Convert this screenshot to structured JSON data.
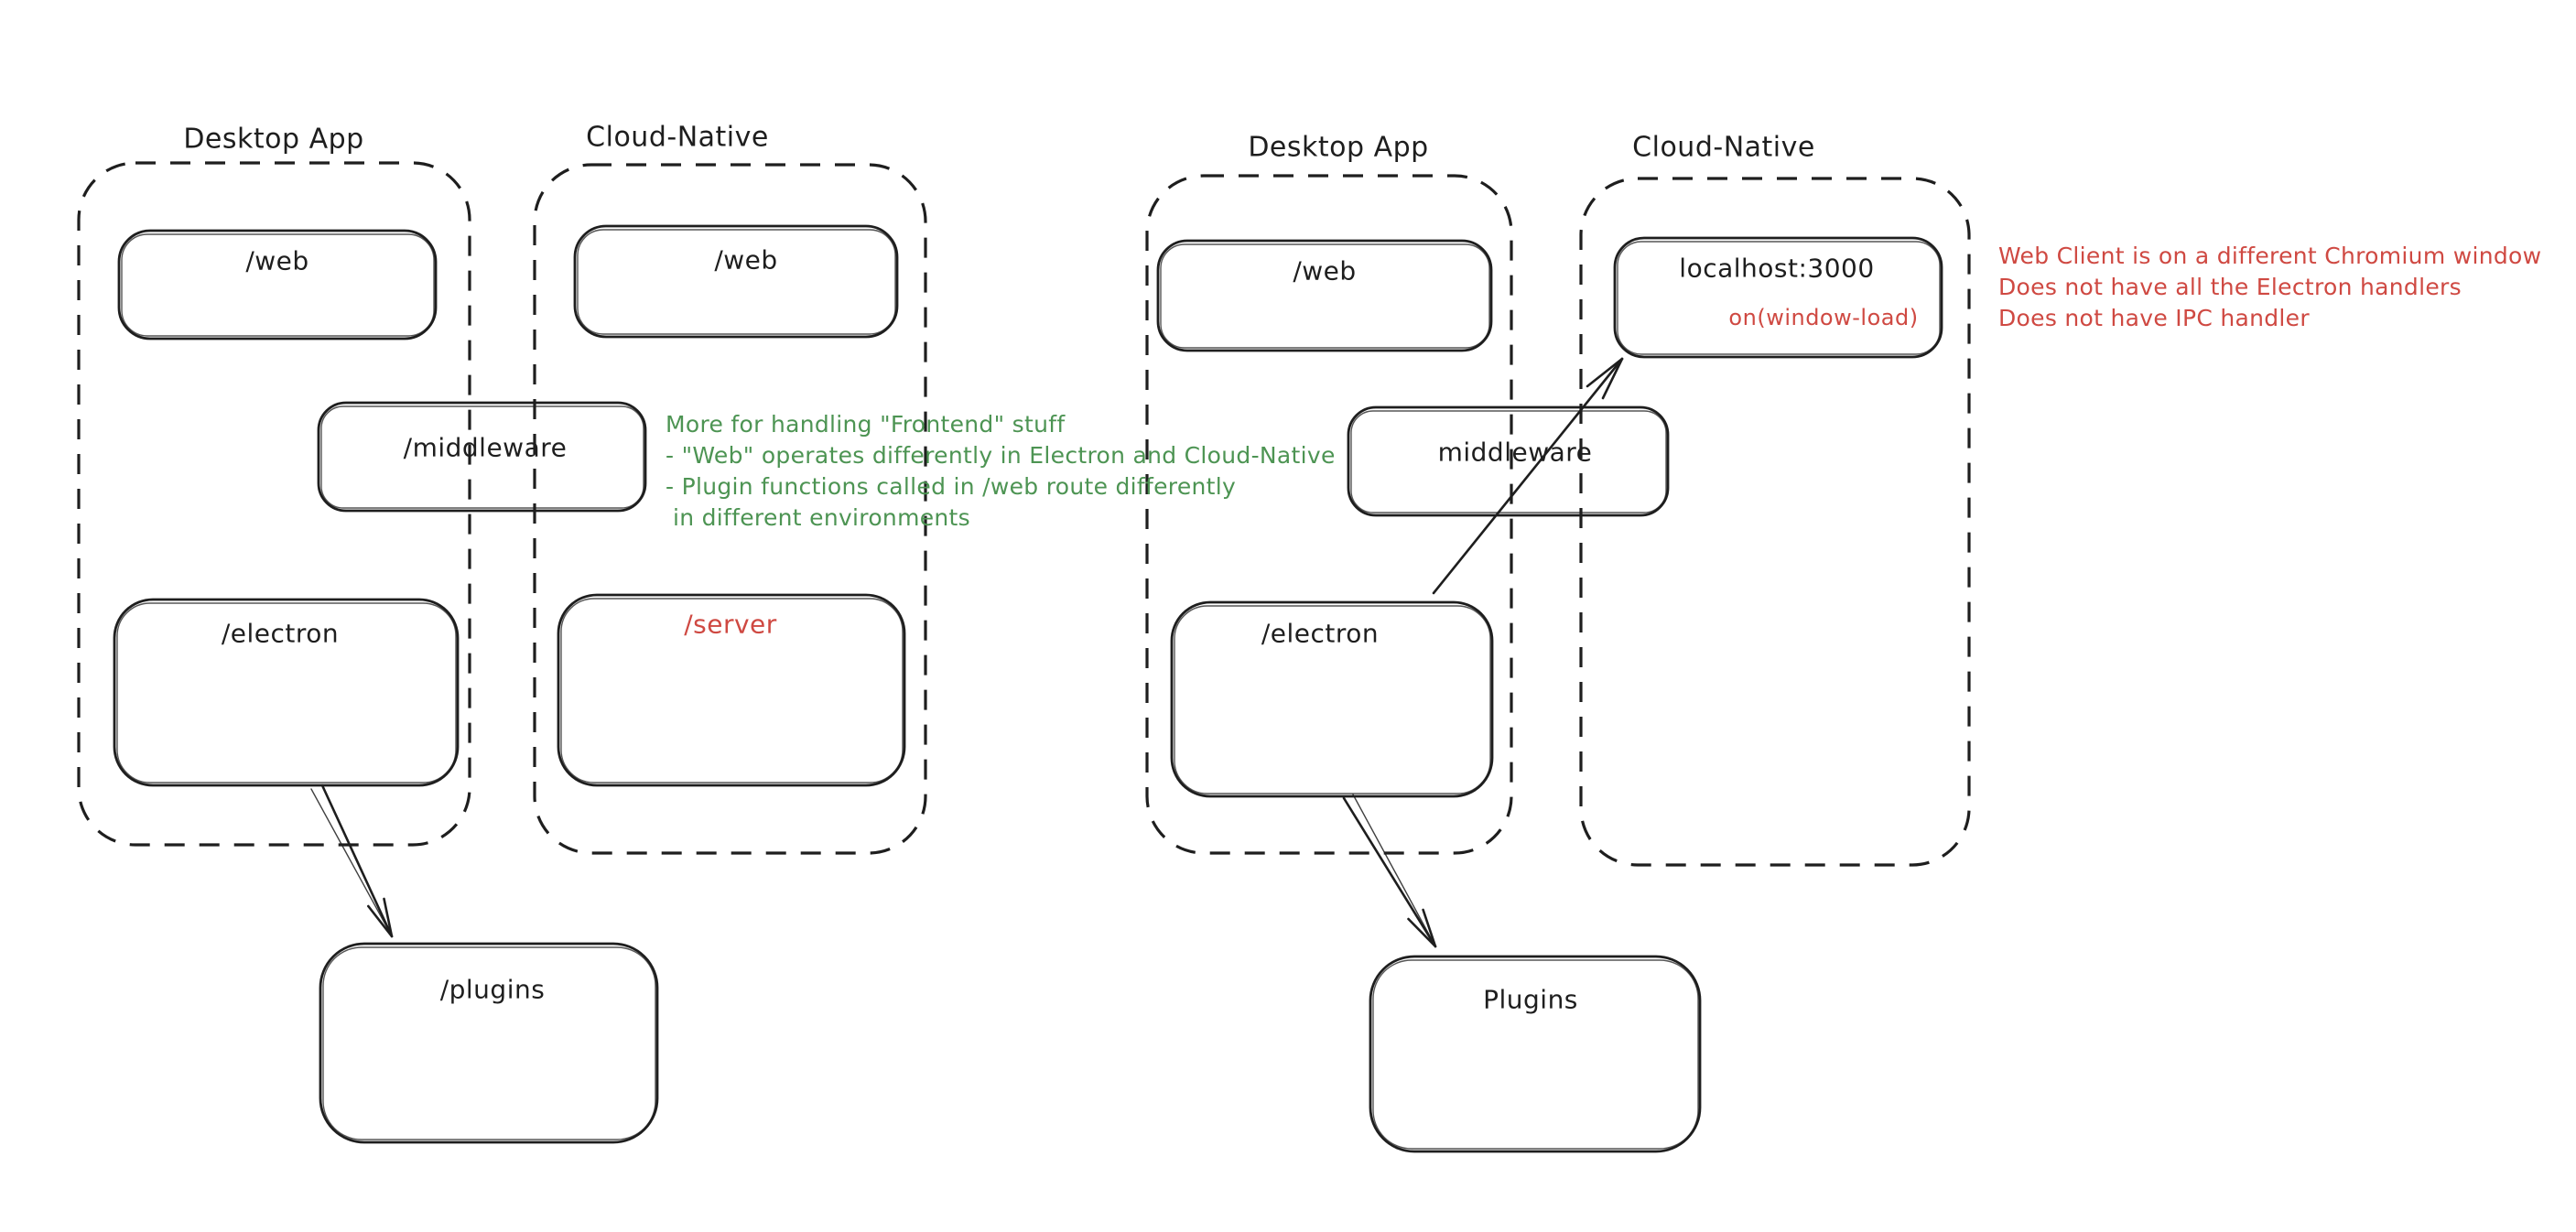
{
  "colors": {
    "ink": "#1e1e1e",
    "green": "#4d9453",
    "red": "#cf4942",
    "canvas": "#ffffff"
  },
  "left": {
    "desktop_app_label": "Desktop App",
    "cloud_native_label": "Cloud-Native",
    "web_desktop": "/web",
    "web_cloud": "/web",
    "middleware": "/middleware",
    "electron": "/electron",
    "server": "/server",
    "plugins": "/plugins",
    "green_note": [
      "More for handling \"Frontend\" stuff",
      "- \"Web\" operates differently in Electron and Cloud-Native",
      "- Plugin functions called in /web route differently",
      "in different environments"
    ]
  },
  "right": {
    "desktop_app_label": "Desktop App",
    "cloud_native_label": "Cloud-Native",
    "web": "/web",
    "localhost": "localhost:3000",
    "on_window_load": "on(window-load)",
    "middleware": "middleware",
    "electron": "/electron",
    "plugins": "Plugins",
    "red_note": [
      "Web Client is on a different Chromium window",
      "Does not have all the Electron handlers",
      "Does not have IPC handler"
    ]
  }
}
